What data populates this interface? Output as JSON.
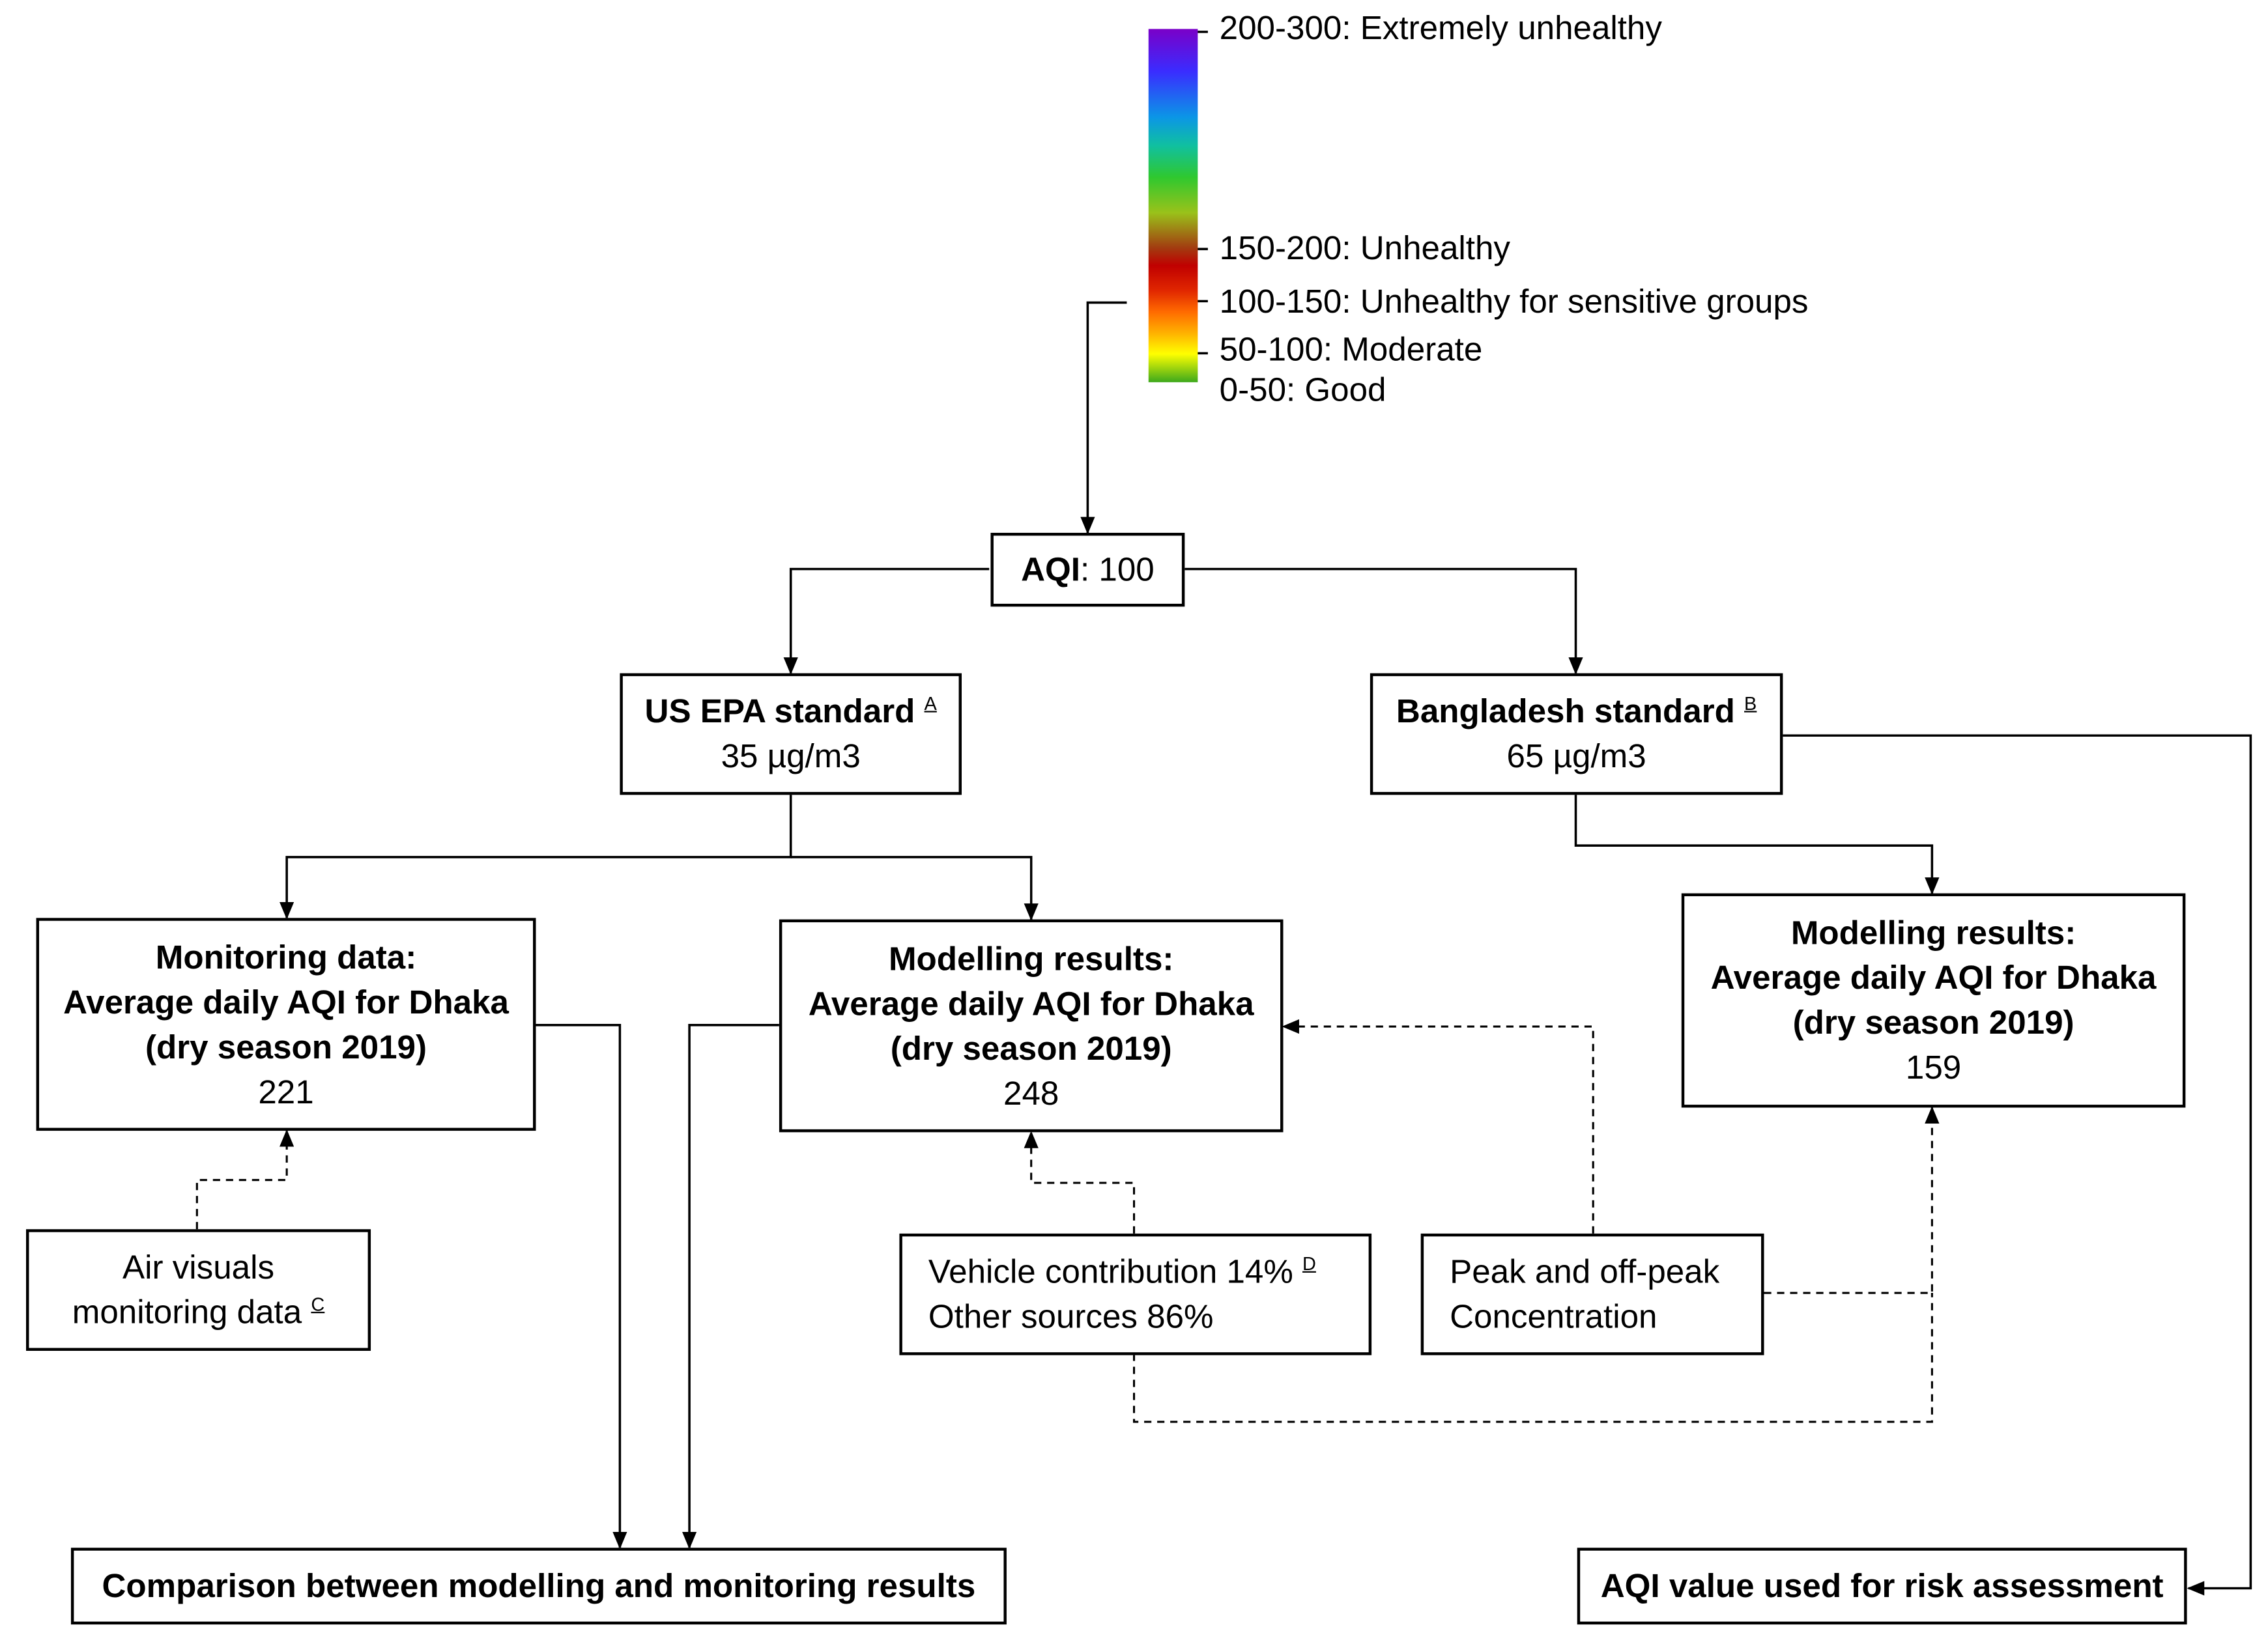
{
  "legend": {
    "levels": [
      {
        "label": "200-300: Extremely unhealthy"
      },
      {
        "label": "150-200: Unhealthy"
      },
      {
        "label": "100-150: Unhealthy for sensitive groups"
      },
      {
        "label": "50-100: Moderate"
      },
      {
        "label": "0-50: Good"
      }
    ],
    "colors": [
      "#7a00c8",
      "#3a2cff",
      "#0b96e6",
      "#2fc82f",
      "#a23b10",
      "#c00000",
      "#ff6a00",
      "#ffff00",
      "#3da81c"
    ]
  },
  "aqi": {
    "label": "AQI",
    "value": ": 100"
  },
  "us_epa": {
    "title": "US EPA standard",
    "note": "A",
    "value": "35 µg/m3"
  },
  "bangladesh": {
    "title": "Bangladesh standard",
    "note": "B",
    "value": "65 µg/m3"
  },
  "monitoring": {
    "line1": "Monitoring data:",
    "line2": "Average daily AQI for Dhaka",
    "line3": "(dry season 2019)",
    "value": "221"
  },
  "modelling_us": {
    "line1": "Modelling results:",
    "line2": "Average daily AQI for Dhaka",
    "line3": "(dry season 2019)",
    "value": "248"
  },
  "modelling_bd": {
    "line1": "Modelling results:",
    "line2": "Average daily AQI for Dhaka",
    "line3": "(dry season 2019)",
    "value": "159"
  },
  "air_visuals": {
    "line1": "Air visuals",
    "line2": "monitoring data",
    "note": "C"
  },
  "vehicle": {
    "line1": "Vehicle contribution 14%",
    "note": "D",
    "line2": "Other sources 86%"
  },
  "peak": {
    "line1": "Peak and off-peak",
    "line2": "Concentration"
  },
  "comparison": {
    "label": "Comparison between modelling and monitoring results"
  },
  "risk": {
    "label": "AQI value used for risk assessment"
  }
}
